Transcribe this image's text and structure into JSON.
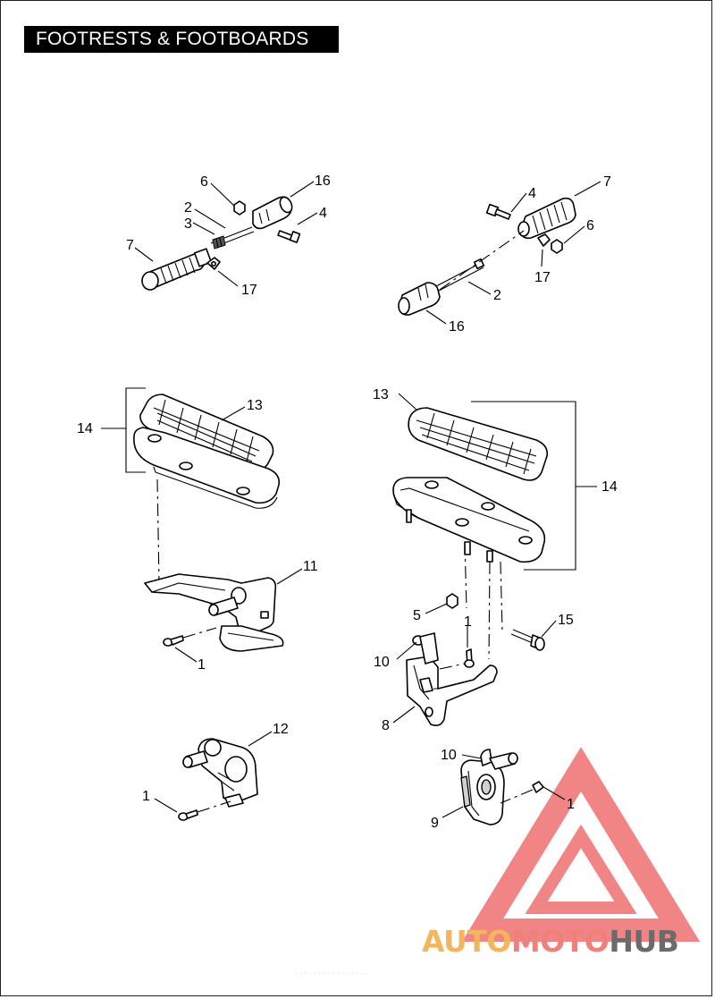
{
  "page": {
    "title": "FOOTRESTS & FOOTBOARDS",
    "footer_text": "· · · · · · · · · · · · · · · ·"
  },
  "watermark": {
    "segments": [
      "AUTO",
      "MOTO",
      "HUB"
    ],
    "colors": {
      "auto": "#f6b55c",
      "moto": "#f0807a",
      "hub": "#6b6b6b",
      "triangle": "#ef7070"
    }
  },
  "callouts": {
    "a_6": "6",
    "a_16": "16",
    "a_2": "2",
    "a_3": "3",
    "a_4": "4",
    "a_7": "7",
    "a_17": "17",
    "b_4": "4",
    "b_7": "7",
    "b_6": "6",
    "b_17": "17",
    "b_2": "2",
    "b_16": "16",
    "c_14": "14",
    "c_13": "13",
    "c_11": "11",
    "c_1": "1",
    "d_13": "13",
    "d_14": "14",
    "d_5": "5",
    "d_1": "1",
    "d_15": "15",
    "d_10": "10",
    "d_8": "8",
    "e_12": "12",
    "e_1": "1",
    "f_10": "10",
    "f_1": "1",
    "f_9": "9"
  }
}
